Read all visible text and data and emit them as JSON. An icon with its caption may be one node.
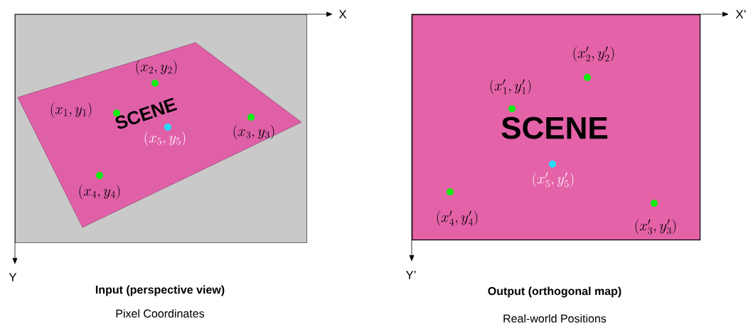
{
  "diagram": {
    "nodes": [
      {
        "text": [],
        "shape": "box"
      },
      {
        "text": [
          "SCENE"
        ],
        "in": 0
      },
      {
        "text": [
          "SCENE"
        ]
      }
    ],
    "labels": [
      "X",
      "Y",
      "(x_2, y_2)",
      "(x_1, y_1)",
      "(x_5, y_5)",
      "(x_3, y_3)",
      "(x_4, y_4)",
      "Input (perspective view)",
      "Pixel Coordinates",
      "X’",
      "Y’",
      "(x'_2, y'_2)",
      "(x'_1, y'_1)",
      "(x'_5, y'_5)",
      "(x'_4, y'_4)",
      "(x'_3, y'_3)",
      "Output (orthogonal map)",
      "Real-world Positions"
    ]
  }
}
